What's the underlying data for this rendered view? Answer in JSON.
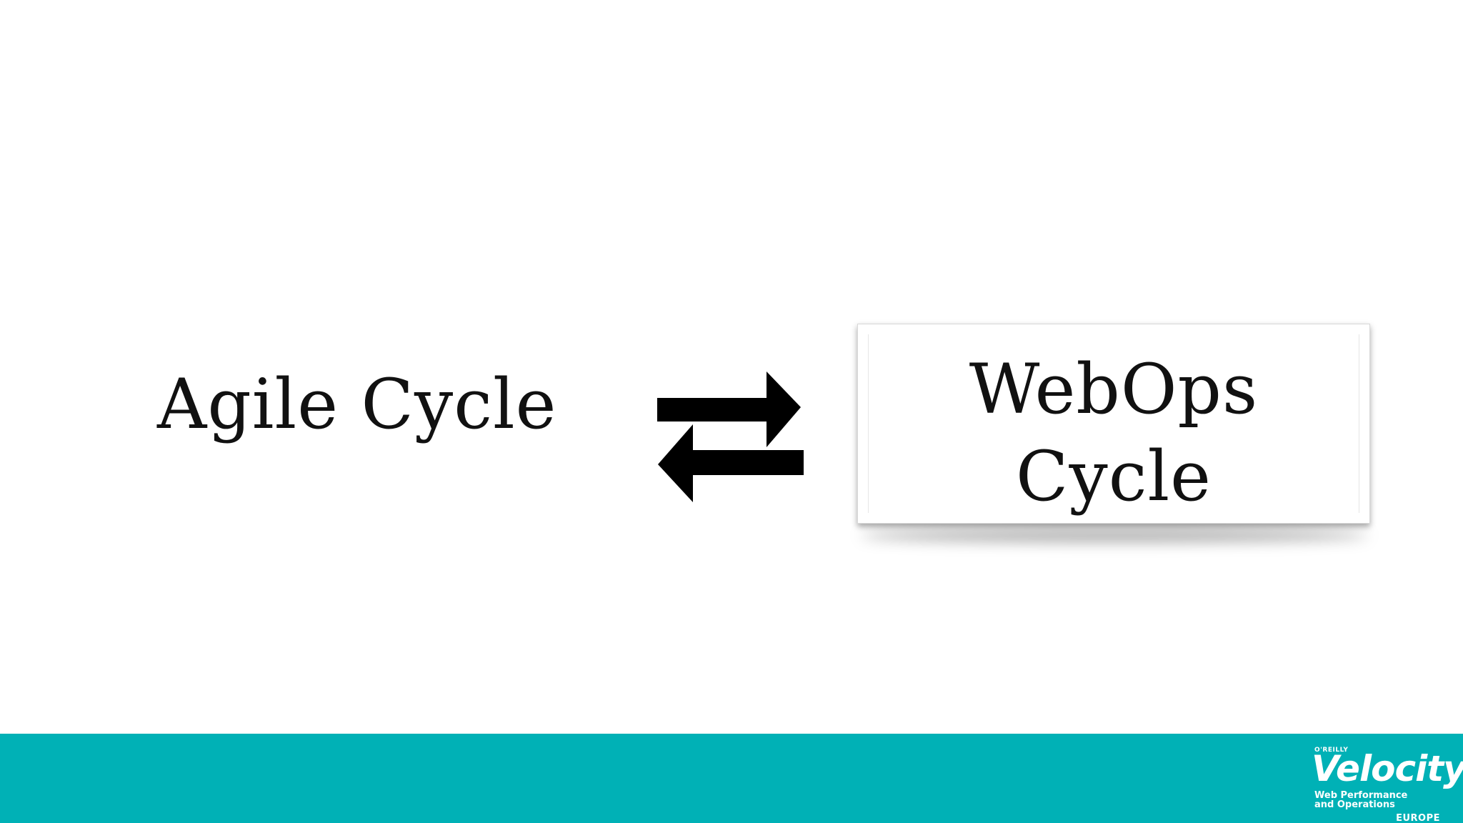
{
  "slide": {
    "left_label": "Agile Cycle",
    "card": {
      "line1": "WebOps",
      "line2": "Cycle"
    }
  },
  "icons": {
    "exchange": "exchange-arrows-icon"
  },
  "footer": {
    "logo": {
      "oreilly": "O'REILLY",
      "name": "Velocity",
      "tagline_line1": "Web Performance",
      "tagline_line2": "and Operations",
      "region": "EUROPE"
    }
  },
  "colors": {
    "footer_bg": "#00b1b6",
    "text": "#111111",
    "background": "#ffffff"
  }
}
